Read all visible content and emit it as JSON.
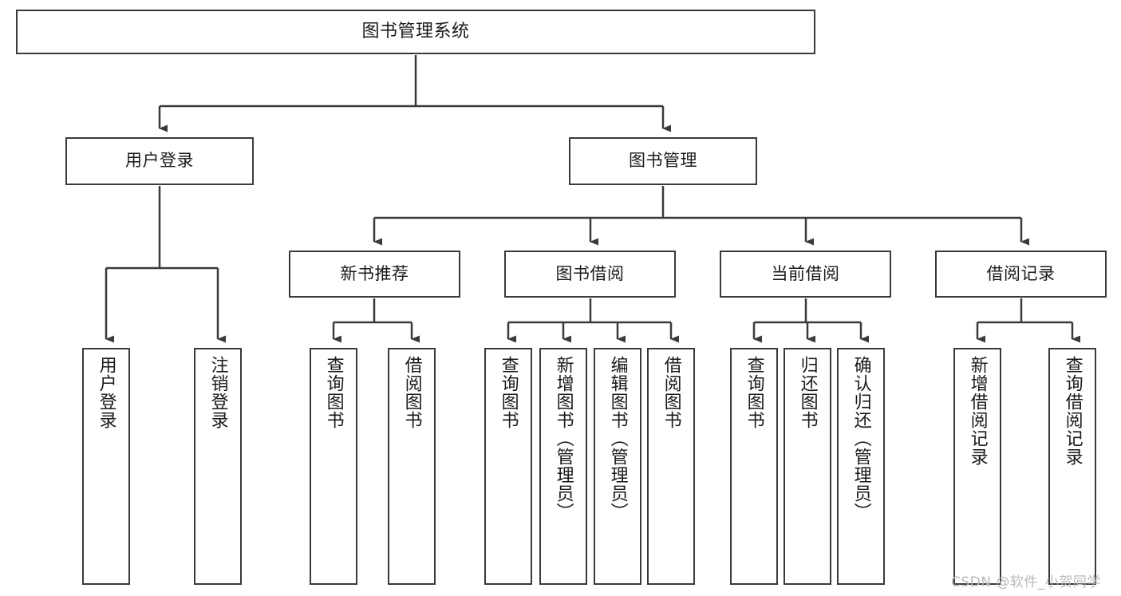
{
  "diagram": {
    "type": "tree-hierarchy-chart",
    "title": "图书管理系统",
    "colors": {
      "box_border": "#3a3a3a",
      "box_fill": "#ffffff",
      "connector": "#3a3a3a",
      "text": "#1a1a1a",
      "watermark": "#b9b9b9",
      "background": "#ffffff"
    },
    "root": {
      "label": "图书管理系统"
    },
    "level2": [
      {
        "label": "用户登录"
      },
      {
        "label": "图书管理"
      }
    ],
    "level3": [
      {
        "label": "新书推荐"
      },
      {
        "label": "图书借阅"
      },
      {
        "label": "当前借阅"
      },
      {
        "label": "借阅记录"
      }
    ],
    "leaves": {
      "user_login": [
        {
          "label": "用户登录"
        },
        {
          "label": "注销登录"
        }
      ],
      "new_book_recommend": [
        {
          "label": "查询图书"
        },
        {
          "label": "借阅图书"
        }
      ],
      "book_borrow": [
        {
          "label": "查询图书"
        },
        {
          "label": "新增图书（管理员）"
        },
        {
          "label": "编辑图书（管理员）"
        },
        {
          "label": "借阅图书"
        }
      ],
      "current_borrow": [
        {
          "label": "查询图书"
        },
        {
          "label": "归还图书"
        },
        {
          "label": "确认归还（管理员）"
        }
      ],
      "borrow_record": [
        {
          "label": "新增借阅记录"
        },
        {
          "label": "查询借阅记录"
        }
      ]
    },
    "watermark": "CSDN @软件_小贺同学"
  }
}
